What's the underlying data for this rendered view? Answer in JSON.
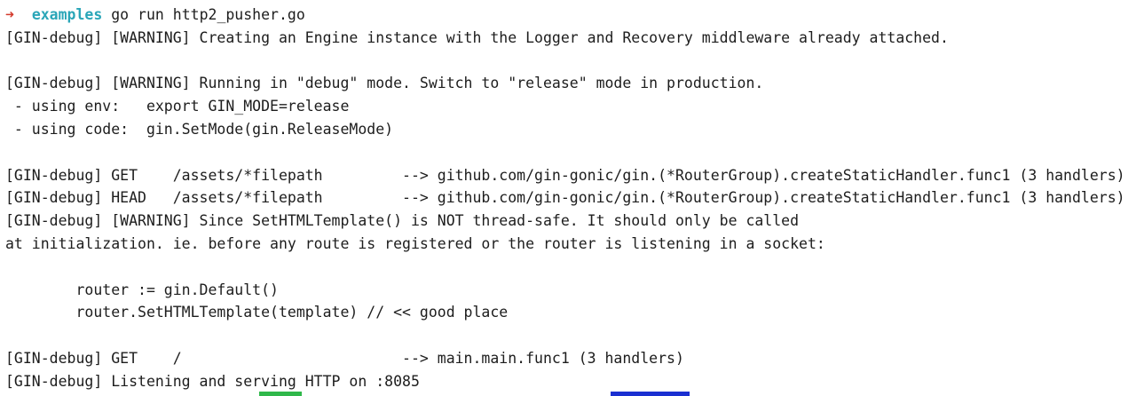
{
  "prompt": {
    "arrow": "➜",
    "directory": "examples",
    "command": "go run http2_pusher.go"
  },
  "output": [
    "[GIN-debug] [WARNING] Creating an Engine instance with the Logger and Recovery middleware already attached.",
    "",
    "[GIN-debug] [WARNING] Running in \"debug\" mode. Switch to \"release\" mode in production.",
    " - using env:   export GIN_MODE=release",
    " - using code:  gin.SetMode(gin.ReleaseMode)",
    "",
    "[GIN-debug] GET    /assets/*filepath         --> github.com/gin-gonic/gin.(*RouterGroup).createStaticHandler.func1 (3 handlers)",
    "[GIN-debug] HEAD   /assets/*filepath         --> github.com/gin-gonic/gin.(*RouterGroup).createStaticHandler.func1 (3 handlers)",
    "[GIN-debug] [WARNING] Since SetHTMLTemplate() is NOT thread-safe. It should only be called",
    "at initialization. ie. before any route is registered or the router is listening in a socket:",
    "",
    "        router := gin.Default()",
    "        router.SetHTMLTemplate(template) // << good place",
    "",
    "[GIN-debug] GET    /                         --> main.main.func1 (3 handlers)",
    "[GIN-debug] Listening and serving HTTP on :8085"
  ],
  "colors": {
    "background": "#ffffff",
    "text": "#1d1d1d",
    "prompt_arrow": "#d33a2c",
    "prompt_dir": "#2aa6b8"
  }
}
